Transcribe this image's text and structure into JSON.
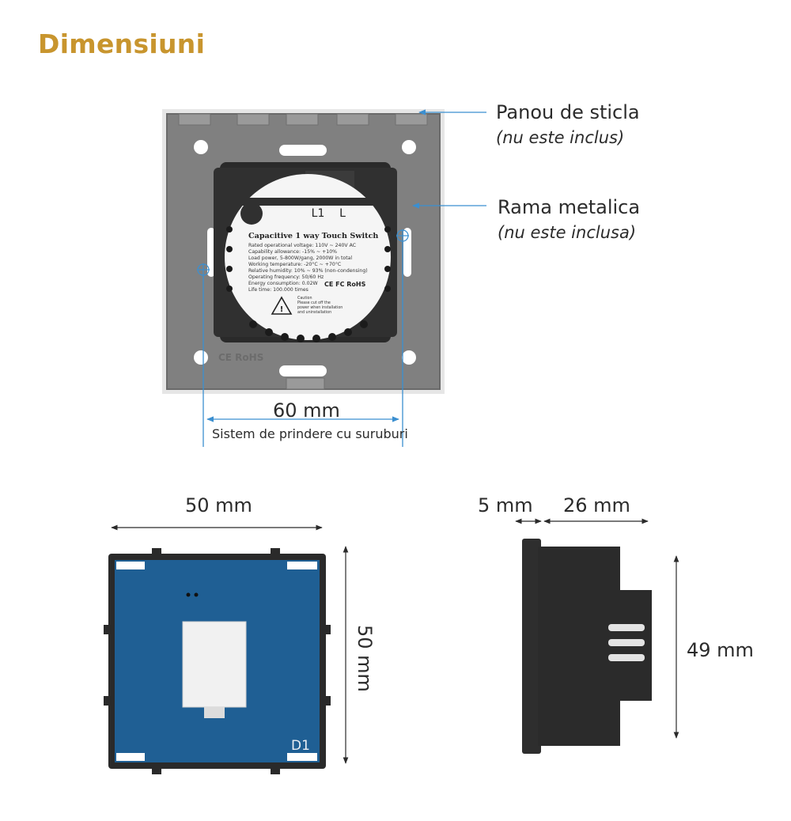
{
  "title": "Dimensiuni",
  "annotations": {
    "glass_panel": {
      "label": "Panou de sticla",
      "note": "(nu este inclus)"
    },
    "metal_frame": {
      "label": "Rama metalica",
      "note": "(nu este inclusa)"
    },
    "screw_spacing": {
      "value": "60 mm",
      "caption": "Sistem de prindere cu suruburi"
    },
    "front_width": "50 mm",
    "front_height": "50 mm",
    "side_front_depth": "5 mm",
    "side_body_depth": "26 mm",
    "side_height": "49 mm"
  },
  "device_label": {
    "terminals": [
      "L1",
      "L"
    ],
    "heading": "Capacitive 1 way Touch Switch",
    "specs": [
      "Rated operational voltage:  110V ~ 240V AC",
      "Capability allowance:  -15% ~ +10%",
      "Load power, 5-800W/gang, 2000W in total",
      "Working temperature:  -20°C ~ +70°C",
      "Relative humidity:  10% ~ 93% (non-condensing)",
      "Operating frequency: 50/60 Hz",
      "Energy consumption:  0.02W",
      "Life time: 100.000 times"
    ],
    "certs": "CE FC RoHS",
    "caution": [
      "Caution",
      "Please cut off the",
      "power when installation",
      "and uninstallation"
    ],
    "frame_marks": "CE RoHS"
  },
  "module_code": "D1",
  "colors": {
    "title": "#c8952e",
    "frame": "#7f7f7f",
    "module": "#2a2a2a",
    "pcb": "#1f5f94",
    "guide": "#3b8fd0"
  }
}
